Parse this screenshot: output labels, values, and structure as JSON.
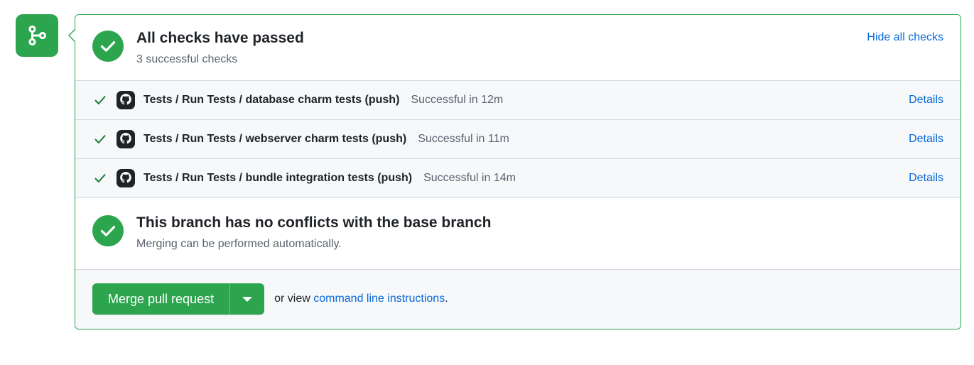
{
  "badge": {
    "icon": "git-merge-icon",
    "color": "#2da44e"
  },
  "header": {
    "status_icon": "check-circle-icon",
    "title": "All checks have passed",
    "subtitle": "3 successful checks",
    "action_label": "Hide all checks"
  },
  "checks": {
    "details_label": "Details",
    "rows": [
      {
        "tick_icon": "check-icon",
        "avatar_icon": "github-mark-icon",
        "name": "Tests / Run Tests / database charm tests (push)",
        "status": "Successful in 12m",
        "details": "Details"
      },
      {
        "tick_icon": "check-icon",
        "avatar_icon": "github-mark-icon",
        "name": "Tests / Run Tests / webserver charm tests (push)",
        "status": "Successful in 11m",
        "details": "Details"
      },
      {
        "tick_icon": "check-icon",
        "avatar_icon": "github-mark-icon",
        "name": "Tests / Run Tests / bundle integration tests (push)",
        "status": "Successful in 14m",
        "details": "Details"
      }
    ]
  },
  "conflicts": {
    "status_icon": "check-circle-icon",
    "title": "This branch has no conflicts with the base branch",
    "subtitle": "Merging can be performed automatically."
  },
  "actions": {
    "merge_label": "Merge pull request",
    "dropdown_icon": "chevron-down-icon",
    "or_view_prefix": "or view ",
    "command_line_link": "command line instructions",
    "or_view_suffix": "."
  },
  "colors": {
    "success_green": "#2da44e",
    "link_blue": "#0969da",
    "muted_text": "#59636e",
    "panel_gray": "#f6f8fa",
    "border_gray": "#d1d9e0"
  }
}
